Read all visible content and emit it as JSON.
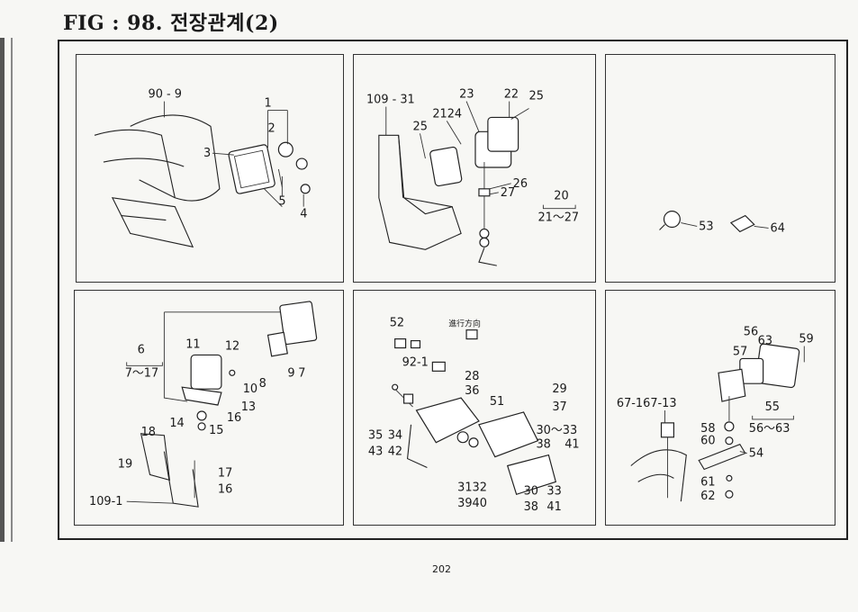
{
  "title": "FIG : 98. 전장관계(2)",
  "page_number": "202",
  "panels": {
    "p1": {
      "labels": [
        "90 - 9",
        "1",
        "2",
        "3",
        "4",
        "5"
      ]
    },
    "p2": {
      "labels": [
        "109 - 31",
        "23",
        "22",
        "25",
        "2124",
        "25",
        "26",
        "27",
        "20",
        "21～27"
      ]
    },
    "p3": {
      "labels": [
        "53",
        "64"
      ]
    },
    "p4": {
      "labels": [
        "6",
        "7～17",
        "11",
        "12",
        "9",
        "7",
        "8",
        "10",
        "13",
        "14",
        "16",
        "15",
        "18",
        "19",
        "17",
        "16",
        "109-1"
      ]
    },
    "p5": {
      "labels": [
        "52",
        "進行方向",
        "92-1",
        "28",
        "36",
        "29",
        "37",
        "51",
        "30～33",
        "38",
        "41",
        "35",
        "43",
        "34",
        "42",
        "3132",
        "3940",
        "30",
        "38",
        "33",
        "41"
      ]
    },
    "p6": {
      "labels": [
        "56",
        "63",
        "59",
        "57",
        "55",
        "56～63",
        "67-167-13",
        "58",
        "60",
        "54",
        "61",
        "62"
      ]
    }
  }
}
